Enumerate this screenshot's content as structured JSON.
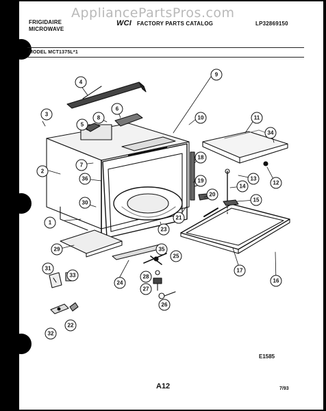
{
  "header": {
    "brand_line1": "FRIGIDAIRE",
    "brand_line2": "MICROWAVE",
    "logo_text": "WCI",
    "catalog_title": "FACTORY PARTS CATALOG",
    "catalog_number": "LP32869150",
    "model": "MODEL MCT1375L*1"
  },
  "watermark": "AppliancePartsPros.com",
  "callouts": [
    "1",
    "2",
    "3",
    "4",
    "5",
    "6",
    "7",
    "8",
    "9",
    "10",
    "11",
    "12",
    "13",
    "14",
    "15",
    "16",
    "17",
    "18",
    "19",
    "20",
    "21",
    "22",
    "23",
    "24",
    "25",
    "26",
    "27",
    "28",
    "29",
    "30",
    "31",
    "32",
    "33",
    "34",
    "35",
    "36"
  ],
  "footer": {
    "code": "E1585",
    "page": "A12",
    "date": "7/93"
  },
  "colors": {
    "ink": "#111111",
    "paper": "#ffffff",
    "border": "#000000",
    "watermark": "#b9b9b9"
  }
}
